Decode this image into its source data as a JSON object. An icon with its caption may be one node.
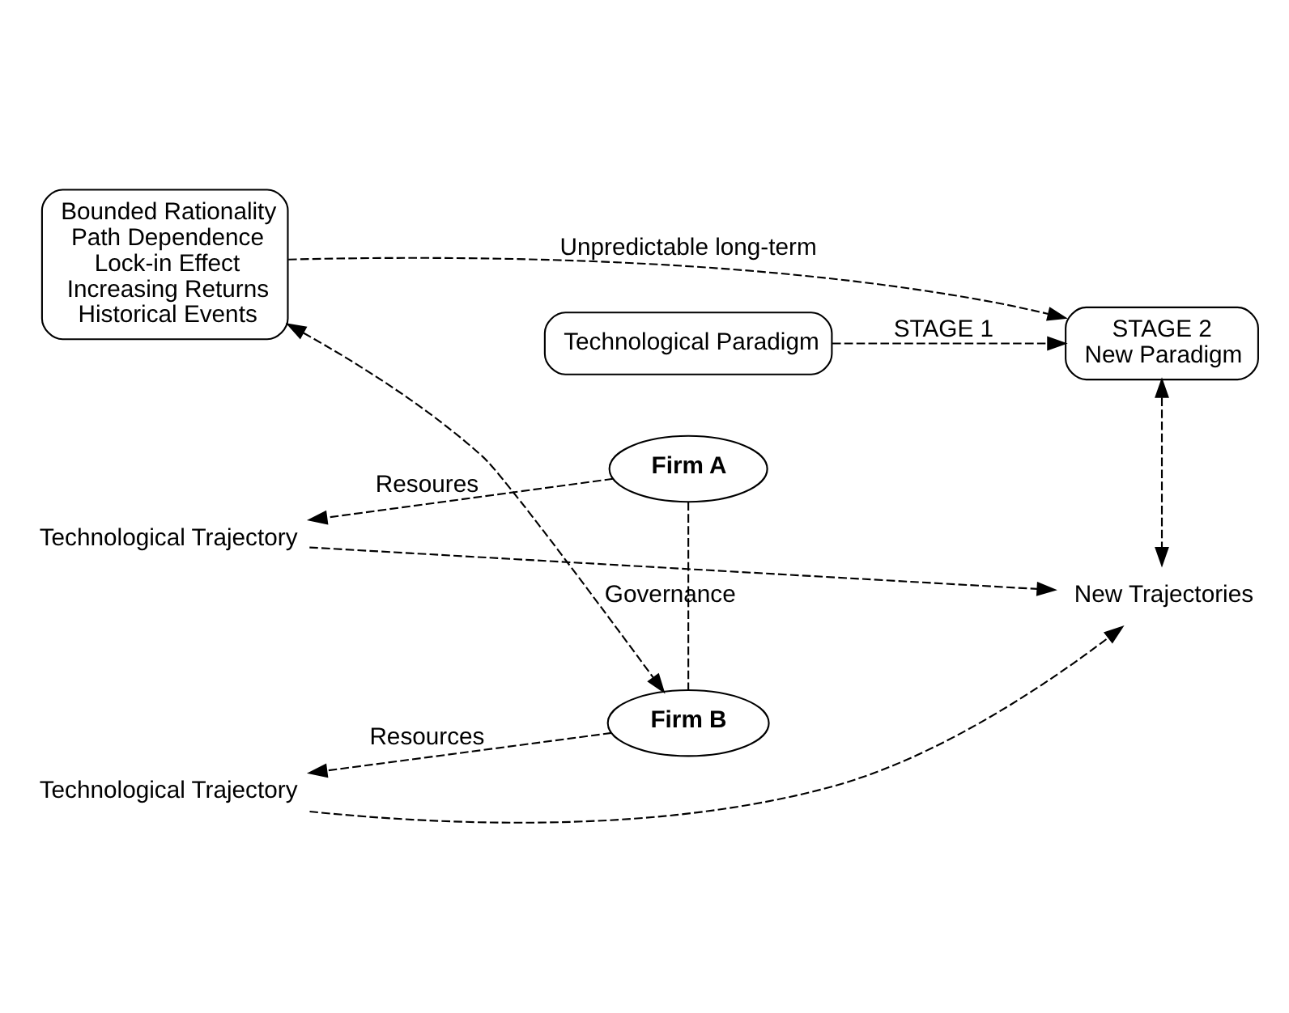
{
  "diagram": {
    "nodes": [
      {
        "text": [
          "Bounded Rationality",
          "Path Dependence",
          "Lock-in Effect",
          "Increasing Returns",
          "Historical Events"
        ]
      },
      {
        "text": [
          "Technological Paradigm"
        ]
      },
      {
        "text": [
          "STAGE 2",
          "New Paradigm"
        ]
      },
      {
        "text": [
          "Firm A"
        ]
      },
      {
        "text": [
          "Firm B"
        ]
      },
      {
        "text": [
          "Technological Trajectory"
        ]
      },
      {
        "text": [
          "Technological Trajectory"
        ]
      },
      {
        "text": [
          "New Trajectories"
        ]
      }
    ],
    "edges": [
      {
        "from": 0,
        "to": 2,
        "arrow": "to",
        "label": "Unpredictable long-term",
        "style": "dashed"
      },
      {
        "from": 1,
        "to": 2,
        "arrow": "to",
        "label": "STAGE 1",
        "style": "dashed"
      },
      {
        "from": 0,
        "to": 4,
        "arrow": "both",
        "style": "dashed"
      },
      {
        "from": 3,
        "to": 5,
        "arrow": "to",
        "label": "Resoures",
        "style": "dashed"
      },
      {
        "from": 3,
        "to": 4,
        "arrow": "none",
        "label": "Governance",
        "style": "dashed"
      },
      {
        "from": 4,
        "to": 6,
        "arrow": "to",
        "label": "Resources",
        "style": "dashed"
      },
      {
        "from": 2,
        "to": 7,
        "arrow": "both",
        "style": "dashed"
      },
      {
        "from": 5,
        "to": 7,
        "arrow": "to",
        "style": "dashed"
      },
      {
        "from": 6,
        "to": 7,
        "arrow": "to",
        "style": "dashed"
      }
    ]
  }
}
